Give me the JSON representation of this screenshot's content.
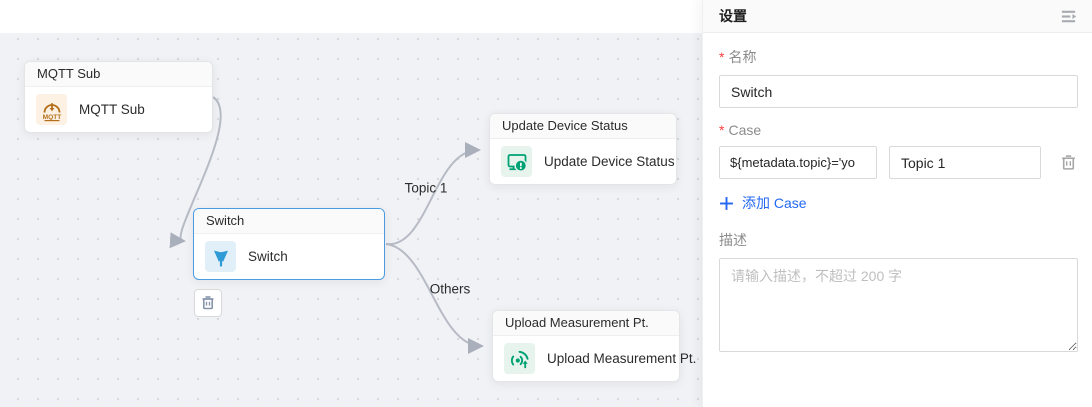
{
  "canvas": {
    "nodes": [
      {
        "id": "mqtt-sub",
        "title": "MQTT Sub",
        "label": "MQTT Sub",
        "icon": "mqtt-icon",
        "selected": false
      },
      {
        "id": "switch",
        "title": "Switch",
        "label": "Switch",
        "icon": "switch-fork-icon",
        "selected": true
      },
      {
        "id": "update-device-status",
        "title": "Update Device Status",
        "label": "Update Device Status",
        "icon": "device-status-icon",
        "selected": false
      },
      {
        "id": "upload-measurement-pt",
        "title": "Upload Measurement Pt.",
        "label": "Upload Measurement Pt.",
        "icon": "upload-signal-icon",
        "selected": false
      }
    ],
    "edges": [
      {
        "from": "mqtt-sub",
        "to": "switch",
        "label": ""
      },
      {
        "from": "switch",
        "to": "update-device-status",
        "label": "Topic 1"
      },
      {
        "from": "switch",
        "to": "upload-measurement-pt",
        "label": "Others"
      }
    ]
  },
  "panel": {
    "title": "设置",
    "required_marker": "*",
    "fields": {
      "name": {
        "label": "名称",
        "required": true,
        "value": "Switch"
      },
      "case": {
        "label": "Case",
        "required": true,
        "condition_value": "${metadata.topic}='yo",
        "name_value": "Topic 1"
      },
      "add_case_label": "添加 Case",
      "description": {
        "label": "描述",
        "placeholder": "请输入描述，不超过 200 字",
        "value": ""
      }
    }
  },
  "colors": {
    "selected_node_border": "#4b9be0",
    "link_blue": "#2468f2",
    "required_red": "#f53f3f",
    "edge_gray": "#b6bbc5",
    "mqtt_orange": "#b5701c",
    "switch_blue": "#2e9bd6",
    "status_green": "#00a273",
    "canvas_bg": "#f1f2f5"
  }
}
